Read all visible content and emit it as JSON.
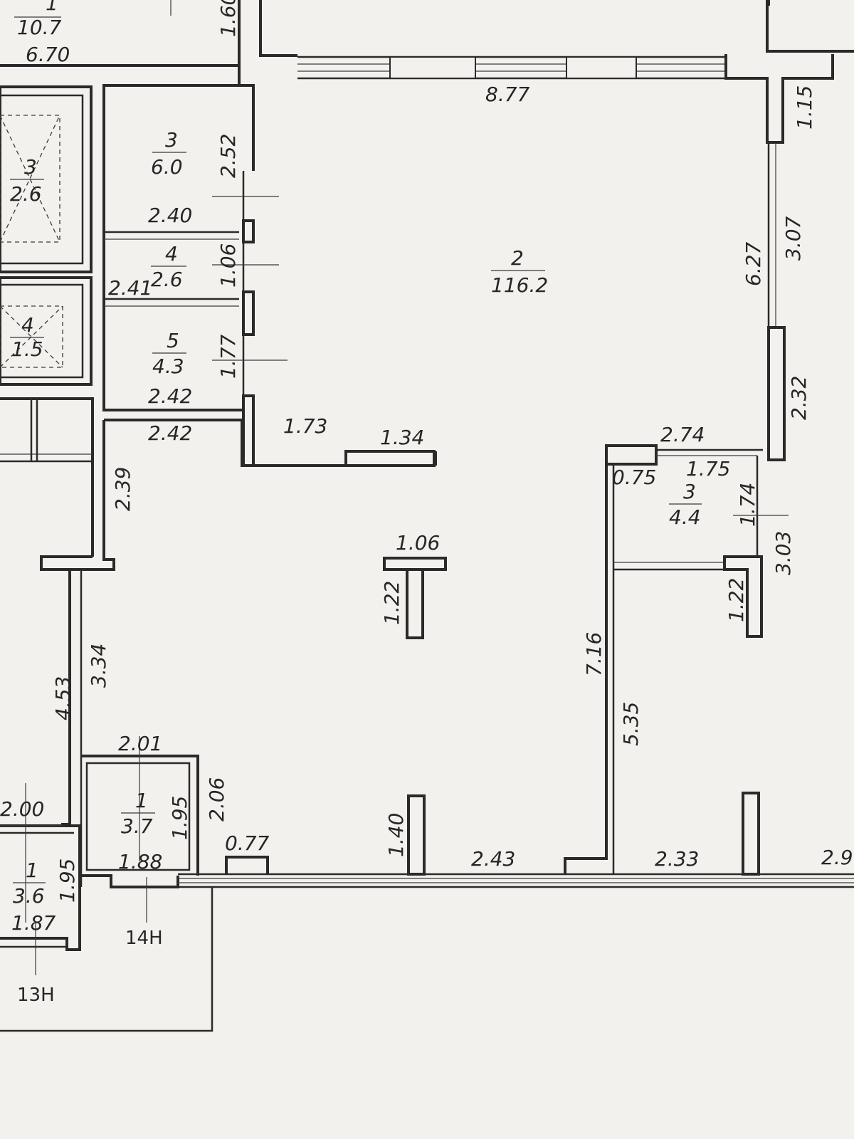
{
  "rooms": [
    {
      "id": "r-top-left",
      "number": "1",
      "area": "10.7"
    },
    {
      "id": "r-shaft-1",
      "number": "3",
      "area": "2.6"
    },
    {
      "id": "r-3",
      "number": "3",
      "area": "6.0"
    },
    {
      "id": "r-4",
      "number": "4",
      "area": "2.6"
    },
    {
      "id": "r-shaft-2",
      "number": "4",
      "area": "1.5"
    },
    {
      "id": "r-5",
      "number": "5",
      "area": "4.3"
    },
    {
      "id": "r-main",
      "number": "2",
      "area": "116.2"
    },
    {
      "id": "r-small-right",
      "number": "3",
      "area": "4.4"
    },
    {
      "id": "r-14n",
      "number": "1",
      "area": "3.7"
    },
    {
      "id": "r-13n",
      "number": "1",
      "area": "3.6"
    }
  ],
  "dimensions": {
    "d_6_70": "6.70",
    "d_1_60": "1.60",
    "d_8_77": "8.77",
    "d_1_15": "1.15",
    "d_2_52": "2.52",
    "d_2_40": "2.40",
    "d_1_06_v": "1.06",
    "d_2_41": "2.41",
    "d_1_77": "1.77",
    "d_2_42_a": "2.42",
    "d_2_42_b": "2.42",
    "d_1_73": "1.73",
    "d_1_34": "1.34",
    "d_6_27": "6.27",
    "d_3_07": "3.07",
    "d_2_32": "2.32",
    "d_2_74": "2.74",
    "d_0_75": "0.75",
    "d_1_75": "1.75",
    "d_1_74": "1.74",
    "d_3_03": "3.03",
    "d_2_39": "2.39",
    "d_1_06_t": "1.06",
    "d_1_22_a": "1.22",
    "d_1_22_b": "1.22",
    "d_3_34": "3.34",
    "d_4_53": "4.53",
    "d_7_16": "7.16",
    "d_5_35": "5.35",
    "d_2_01": "2.01",
    "d_1_95_a": "1.95",
    "d_2_06": "2.06",
    "d_2_00": "2.00",
    "d_0_77": "0.77",
    "d_1_40": "1.40",
    "d_2_43": "2.43",
    "d_2_33": "2.33",
    "d_2_9x": "2.9",
    "d_1_88": "1.88",
    "d_1_95_b": "1.95",
    "d_1_87": "1.87"
  },
  "labels": {
    "unit_14n": "14Н",
    "unit_13n": "13Н"
  }
}
